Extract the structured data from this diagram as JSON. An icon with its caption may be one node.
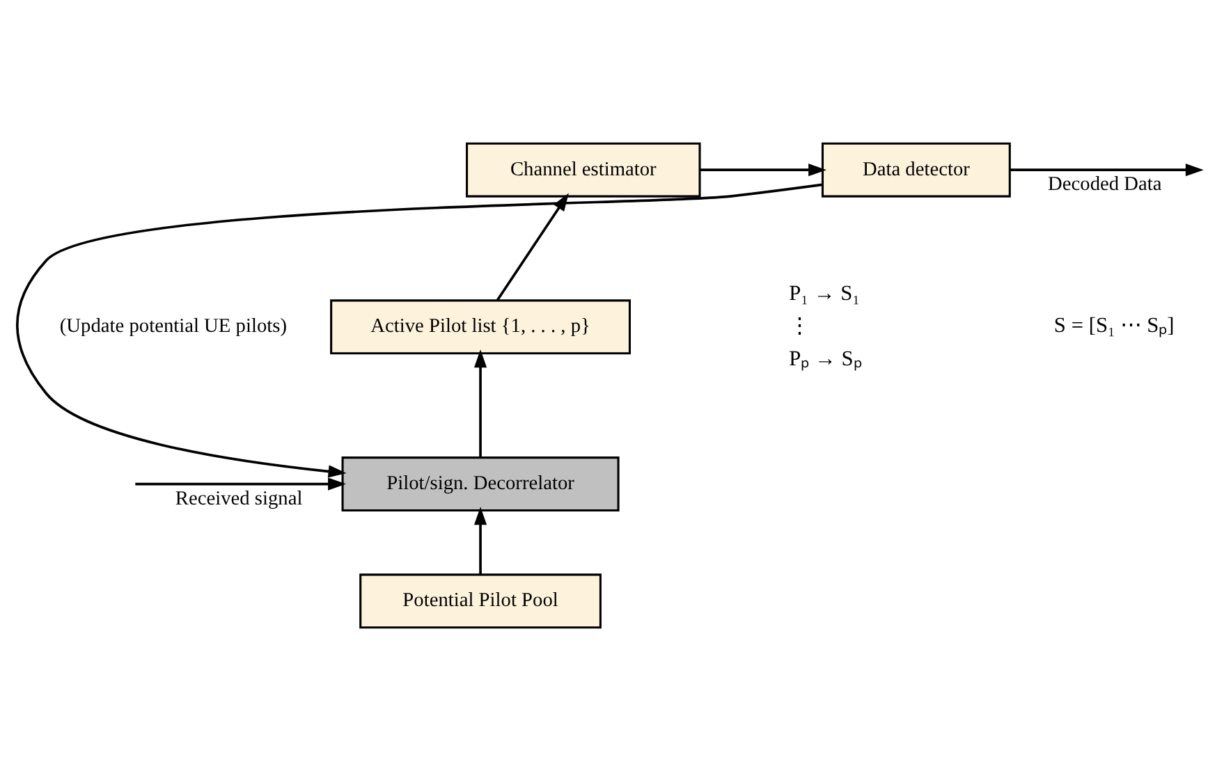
{
  "diagram": {
    "nodes": [
      {
        "text": [
          "Channel estimator"
        ]
      },
      {
        "text": [
          "Data detector"
        ]
      },
      {
        "text": [
          "Active Pilot list {1, . . . , p}"
        ]
      },
      {
        "text": [
          "Pilot/sign. Decorrelator"
        ]
      },
      {
        "text": [
          "Potential Pilot Pool"
        ]
      }
    ],
    "edges": [
      {
        "from": 0,
        "to": 1,
        "arrow": "to"
      },
      {
        "from": 2,
        "to": 0,
        "arrow": "to"
      },
      {
        "from": 3,
        "to": 2,
        "arrow": "to"
      },
      {
        "from": 4,
        "to": 3,
        "arrow": "to"
      },
      {
        "from": 1,
        "to": 3,
        "arrow": "to",
        "label": "(Update potential UE pilots)"
      },
      {
        "from": null,
        "to": 3,
        "arrow": "to",
        "label": "Received signal"
      },
      {
        "from": 1,
        "to": null,
        "arrow": "to",
        "label": "Decoded Data"
      }
    ],
    "labels": [
      "P₁ → S₁",
      "⋮",
      "Pₚ → Sₚ",
      "S = [S₁ ⋯ Sₚ]"
    ]
  }
}
